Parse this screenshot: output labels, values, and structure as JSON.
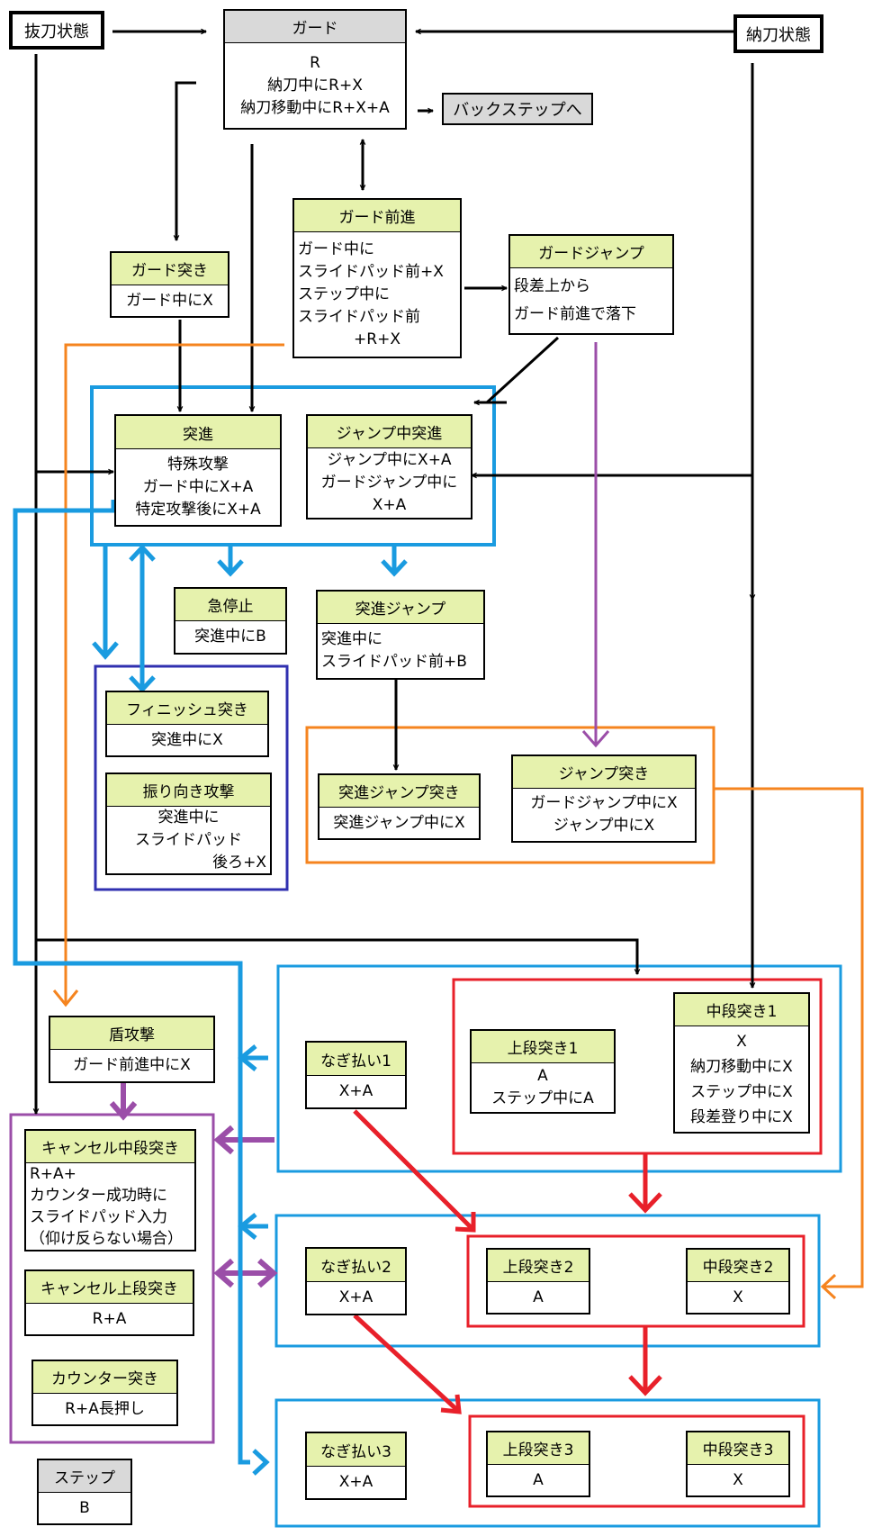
{
  "states": {
    "battou": "抜刀状態",
    "noutou": "納刀状態",
    "backstep": "バックステップへ"
  },
  "nodes": {
    "guard": {
      "title": "ガード",
      "lines": [
        "R",
        "納刀中にR+X",
        "納刀移動中にR+X+A"
      ]
    },
    "guard_forward": {
      "title": "ガード前進",
      "lines": [
        "ガード中に",
        "スライドパッド前+X",
        "ステップ中に",
        "スライドパッド前",
        "+R+X"
      ]
    },
    "guard_thrust": {
      "title": "ガード突き",
      "lines": [
        "ガード中にX"
      ]
    },
    "guard_jump": {
      "title": "ガードジャンプ",
      "lines": [
        "段差上から",
        "ガード前進で落下"
      ]
    },
    "charge": {
      "title": "突進",
      "lines": [
        "特殊攻撃",
        "ガード中にX+A",
        "特定攻撃後にX+A"
      ]
    },
    "jump_charge": {
      "title": "ジャンプ中突進",
      "lines": [
        "ジャンプ中にX+A",
        "ガードジャンプ中に",
        "X+A"
      ]
    },
    "sudden_stop": {
      "title": "急停止",
      "lines": [
        "突進中にB"
      ]
    },
    "charge_jump": {
      "title": "突進ジャンプ",
      "lines": [
        "突進中に",
        "スライドパッド前+B"
      ]
    },
    "finish_thrust": {
      "title": "フィニッシュ突き",
      "lines": [
        "突進中にX"
      ]
    },
    "turn_attack": {
      "title": "振り向き攻撃",
      "lines": [
        "突進中に",
        "スライドパッド",
        "後ろ+X"
      ]
    },
    "charge_jump_thrust": {
      "title": "突進ジャンプ突き",
      "lines": [
        "突進ジャンプ中にX"
      ]
    },
    "jump_thrust": {
      "title": "ジャンプ突き",
      "lines": [
        "ガードジャンプ中にX",
        "ジャンプ中にX"
      ]
    },
    "shield_attack": {
      "title": "盾攻撃",
      "lines": [
        "ガード前進中にX"
      ]
    },
    "cancel_mid": {
      "title": "キャンセル中段突き",
      "lines": [
        "R+A+",
        "カウンター成功時に",
        "スライドパッド入力",
        "（仰け反らない場合）"
      ]
    },
    "cancel_high": {
      "title": "キャンセル上段突き",
      "lines": [
        "R+A"
      ]
    },
    "counter": {
      "title": "カウンター突き",
      "lines": [
        "R+A長押し"
      ]
    },
    "step": {
      "title": "ステップ",
      "lines": [
        "B"
      ]
    },
    "sweep1": {
      "title": "なぎ払い1",
      "lines": [
        "X+A"
      ]
    },
    "sweep2": {
      "title": "なぎ払い2",
      "lines": [
        "X+A"
      ]
    },
    "sweep3": {
      "title": "なぎ払い3",
      "lines": [
        "X+A"
      ]
    },
    "high1": {
      "title": "上段突き1",
      "lines": [
        "A",
        "ステップ中にA"
      ]
    },
    "mid1": {
      "title": "中段突き1",
      "lines": [
        "X",
        "納刀移動中にX",
        "ステップ中にX",
        "段差登り中にX"
      ]
    },
    "high2": {
      "title": "上段突き2",
      "lines": [
        "A"
      ]
    },
    "mid2": {
      "title": "中段突き2",
      "lines": [
        "X"
      ]
    },
    "high3": {
      "title": "上段突き3",
      "lines": [
        "A"
      ]
    },
    "mid3": {
      "title": "中段突き3",
      "lines": [
        "X"
      ]
    }
  },
  "colors": {
    "black": "#000000",
    "blue": "#1a9be0",
    "red": "#e8202a",
    "orange": "#f5841f",
    "purple": "#9b4ea8",
    "navy": "#3030b0",
    "header": "#e6f2ad",
    "gray": "#d9d9d9"
  }
}
